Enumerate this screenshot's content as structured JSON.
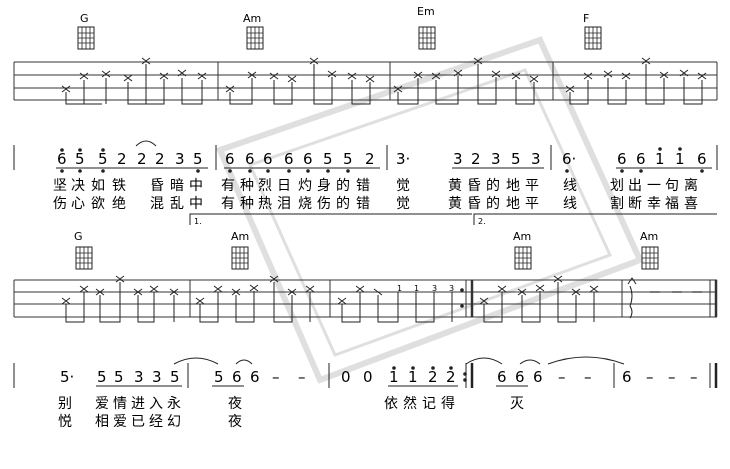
{
  "row1": {
    "chords": [
      "G",
      "Am",
      "Em",
      "F"
    ],
    "numbers": [
      [
        "6",
        "5",
        "5",
        "2",
        "2",
        "2",
        "3",
        "5"
      ],
      [
        "6",
        "6",
        "6",
        "6",
        "6",
        "5",
        "5",
        "2"
      ],
      [
        "3·",
        "3",
        "2",
        "3",
        "5",
        "3"
      ],
      [
        "6·",
        "6",
        "6",
        "1",
        "1",
        "6"
      ]
    ],
    "lyrics1": [
      [
        "坚",
        "决",
        "如",
        "铁",
        "昏",
        "暗",
        "中"
      ],
      [
        "有",
        "种",
        "烈",
        "日",
        "灼",
        "身",
        "的",
        "错"
      ],
      [
        "觉",
        "黄",
        "昏",
        "的",
        "地",
        "平"
      ],
      [
        "线",
        "划",
        "出",
        "一",
        "句",
        "离"
      ]
    ],
    "lyrics2": [
      [
        "伤",
        "心",
        "欲",
        "绝",
        "混",
        "乱",
        "中"
      ],
      [
        "有",
        "种",
        "热",
        "泪",
        "烧",
        "伤",
        "的",
        "错"
      ],
      [
        "觉",
        "黄",
        "昏",
        "的",
        "地",
        "平"
      ],
      [
        "线",
        "割",
        "断",
        "幸",
        "福",
        "喜"
      ]
    ]
  },
  "row2": {
    "chords": [
      "G",
      "Am",
      "Am",
      "Am"
    ],
    "volta": [
      "1.",
      "2."
    ],
    "tab_digits": [
      "1",
      "1",
      "3",
      "3"
    ],
    "numbers": [
      [
        "5·",
        "5",
        "5",
        "3",
        "3",
        "5"
      ],
      [
        "5",
        "6",
        "6",
        "–",
        "–"
      ],
      [
        "0",
        "0",
        "1",
        "1",
        "2",
        "2"
      ],
      [
        "6",
        "6",
        "6",
        "–",
        "–"
      ],
      [
        "6",
        "–",
        "–",
        "–"
      ]
    ],
    "lyrics1": [
      "别",
      "爱",
      "情",
      "进",
      "入",
      "永",
      "夜",
      "依",
      "然",
      "记",
      "得",
      "灭"
    ],
    "lyrics2": [
      "悦",
      "相",
      "爱",
      "已",
      "经",
      "幻",
      "夜"
    ]
  }
}
